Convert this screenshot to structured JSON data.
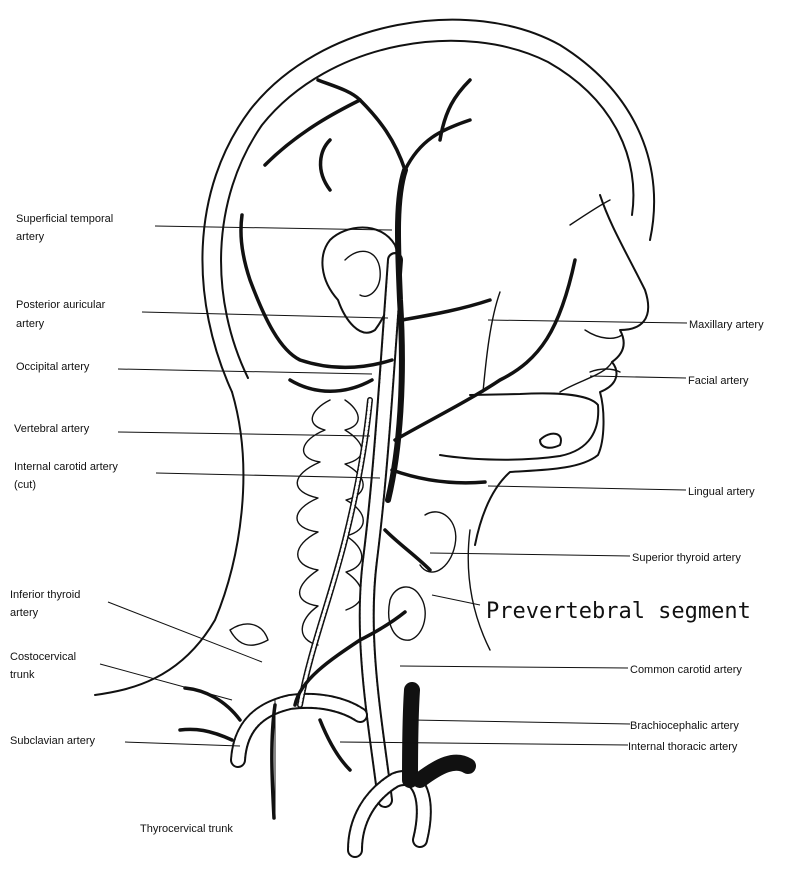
{
  "labels": {
    "superficial_temporal": [
      "Superficial temporal",
      "artery"
    ],
    "posterior_auricular": [
      "Posterior auricular",
      "artery"
    ],
    "occipital": "Occipital artery",
    "vertebral": "Vertebral artery",
    "internal_carotid": [
      "Internal carotid artery",
      "(cut)"
    ],
    "inferior_thyroid": [
      "Inferior thyroid",
      "artery"
    ],
    "costocervical": [
      "Costocervical",
      "trunk"
    ],
    "subclavian": "Subclavian artery",
    "thyrocervical": "Thyrocervical trunk",
    "maxillary": "Maxillary artery",
    "facial": "Facial artery",
    "lingual": "Lingual artery",
    "superior_thyroid": "Superior thyroid artery",
    "prevertebral": "Prevertebral segment",
    "common_carotid": "Common carotid artery",
    "brachiocephalic": "Brachiocephalic artery",
    "internal_thoracic": "Internal thoracic artery"
  }
}
